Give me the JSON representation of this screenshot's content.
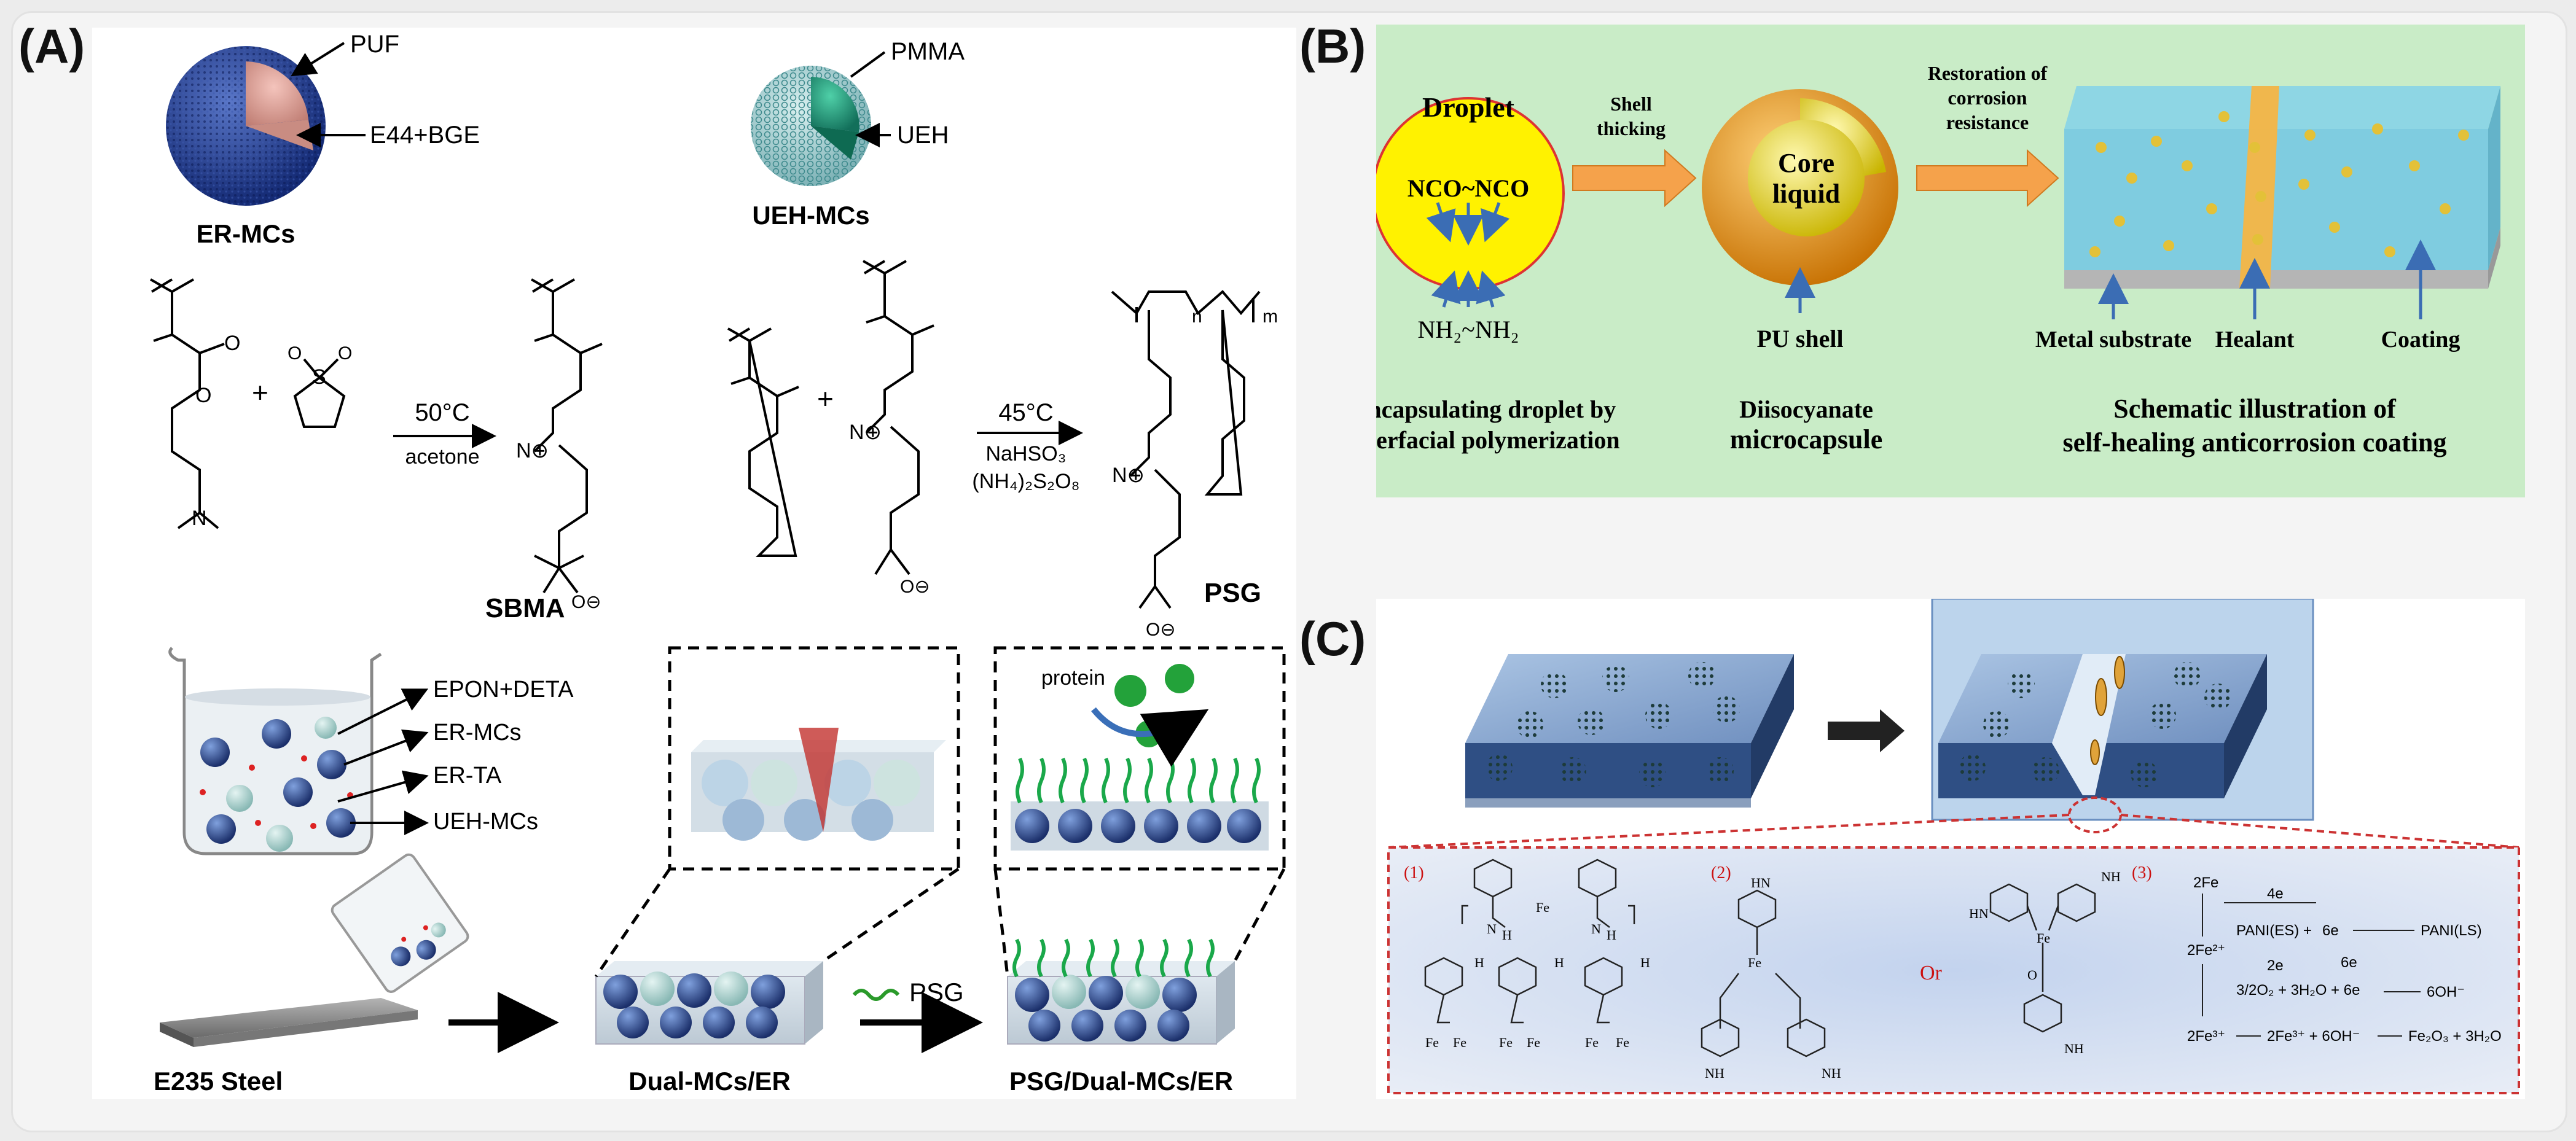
{
  "panels": {
    "A": {
      "label": "(A)",
      "er_mcs": {
        "shell": "PUF",
        "core": "E44+BGE",
        "name": "ER-MCs"
      },
      "ueh_mcs": {
        "shell": "PMMA",
        "core": "UEH",
        "name": "UEH-MCs"
      },
      "reaction1": {
        "temp": "50°C",
        "solvent": "acetone",
        "product": "SBMA"
      },
      "reaction2": {
        "temp": "45°C",
        "reagent1": "NaHSO₃",
        "reagent2": "(NH₄)₂S₂O₈",
        "product": "PSG"
      },
      "chem_glyphs": {
        "plus": "+",
        "n_plus": "N⊕",
        "o_minus": "O⊖",
        "o": "O",
        "s": "S",
        "n": "N",
        "n_sub": "n",
        "m_sub": "m"
      },
      "beaker_items": [
        "EPON+DETA",
        "ER-MCs",
        "ER-TA",
        "UEH-MCs"
      ],
      "protein": "protein",
      "psg_arrow": "PSG",
      "steel": "E235 Steel",
      "dual": "Dual-MCs/ER",
      "final": "PSG/Dual-MCs/ER"
    },
    "B": {
      "label": "(B)",
      "droplet_title": "Droplet",
      "nco": "NCO~NCO",
      "nh2": "NH₂~NH₂",
      "arrow1": [
        "Shell",
        "thicking"
      ],
      "core": [
        "Core",
        "liquid"
      ],
      "arrow2": [
        "Restoration of",
        "corrosion",
        "resistance"
      ],
      "pu_shell": "PU shell",
      "metal": "Metal substrate",
      "healant": "Healant",
      "coating": "Coating",
      "cap1": [
        "Encapsulating droplet by",
        "interfacial polymerization"
      ],
      "cap2": [
        "Diisocyanate",
        "microcapsule"
      ],
      "cap3": [
        "Schematic illustration of",
        "self-healing anticorrosion coating"
      ],
      "colors": {
        "bg": "#c9ecc7",
        "droplet": "#fff200",
        "arrow": "#f5a24b"
      }
    },
    "C": {
      "label": "(C)",
      "s1": "(1)",
      "s2": "(2)",
      "s3": "(3)",
      "or": "Or",
      "rx": {
        "fe2": "2Fe",
        "e4": "4e",
        "fe2p": "2Fe²⁺",
        "pani_es": "PANI(ES) +",
        "e6": "6e",
        "pani_ls": "PANI(LS)",
        "e6b": "6e",
        "e2": "2e",
        "o2": "3/2O₂ + 3H₂O + 6e",
        "oh": "6OH⁻",
        "fe3": "2Fe³⁺",
        "fe3b": "2Fe³⁺  +  6OH⁻",
        "fe2o3": "Fe₂O₃ + 3H₂O"
      },
      "glyphs": {
        "fe": "Fe",
        "n": "N",
        "h": "H",
        "hn": "HN",
        "nh": "NH",
        "o": "O"
      }
    }
  }
}
